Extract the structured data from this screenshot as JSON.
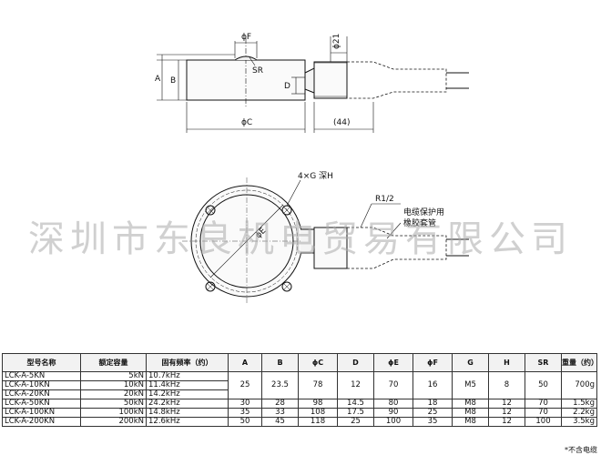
{
  "drawing": {
    "side_view": {
      "label_phiF": "ϕF",
      "label_sr": "SR",
      "label_a": "A",
      "label_b": "B",
      "label_d": "D",
      "label_phiC": "ϕC",
      "label_phi21": "ϕ21",
      "label_44": "(44)"
    },
    "top_view": {
      "label_holes": "4×G 深H",
      "label_phiE": "ϕE",
      "label_r12": "R1/2",
      "cable_note_line1": "电缆保护用",
      "cable_note_line2": "橡胶套管"
    }
  },
  "watermark": "深圳市东良机电贸易有限公司",
  "table": {
    "headers": [
      "型号名称",
      "额定容量",
      "固有频率（约）",
      "A",
      "B",
      "ϕC",
      "D",
      "ϕE",
      "ϕF",
      "G",
      "H",
      "SR",
      "重量（约）"
    ],
    "rows": [
      [
        "LCK-A-5KN",
        "5kN",
        "10.7kHz"
      ],
      [
        "LCK-A-10KN",
        "10kN",
        "11.4kHz"
      ],
      [
        "LCK-A-20KN",
        "20kN",
        "14.2kHz"
      ],
      [
        "LCK-A-50KN",
        "50kN",
        "24.2kHz",
        "30",
        "28",
        "98",
        "14.5",
        "80",
        "18",
        "M8",
        "12",
        "70",
        "1.5kg"
      ],
      [
        "LCK-A-100KN",
        "100kN",
        "14.8kHz",
        "35",
        "33",
        "108",
        "17.5",
        "90",
        "25",
        "M8",
        "12",
        "70",
        "2.2kg"
      ],
      [
        "LCK-A-200KN",
        "200kN",
        "12.6kHz",
        "50",
        "45",
        "118",
        "25",
        "100",
        "35",
        "M8",
        "12",
        "100",
        "3.5kg"
      ]
    ],
    "group_values": [
      "25",
      "23.5",
      "78",
      "12",
      "70",
      "16",
      "M5",
      "8",
      "50",
      "700g"
    ]
  },
  "footnote": "*不含电缆"
}
